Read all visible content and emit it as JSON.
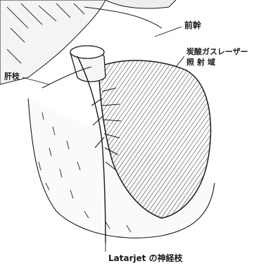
{
  "labels": {
    "anterior_trunk": "前幹",
    "laser_line1": "炭酸ガスレーザー",
    "laser_line2": "照射域",
    "hepatic_branch": "肝枝",
    "latarjet": "Latarjet の神経枝"
  },
  "colors": {
    "ink": "#1a1a1a",
    "hatch": "#4a4a4a",
    "background": "#ffffff"
  }
}
